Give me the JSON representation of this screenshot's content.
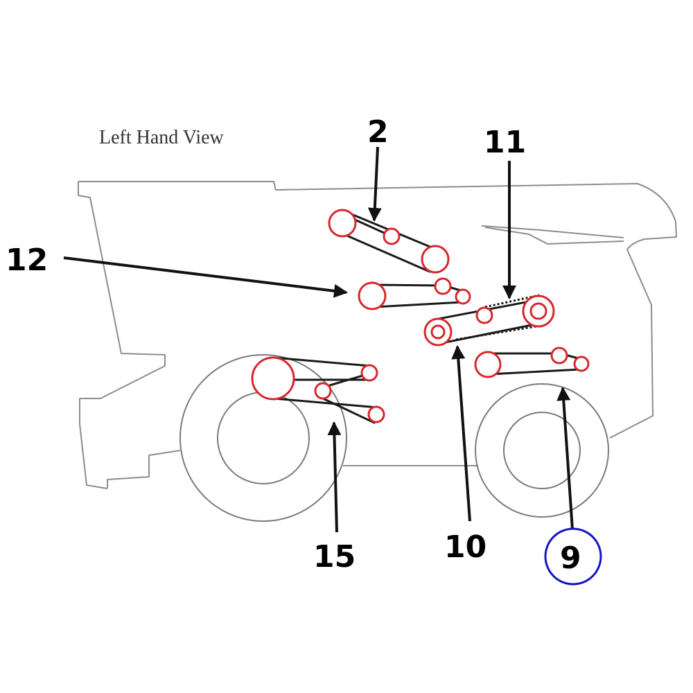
{
  "title": "Left Hand View",
  "callouts": {
    "c2": "2",
    "c11": "11",
    "c12": "12",
    "c10": "10",
    "c15": "15",
    "c9": "9"
  },
  "highlighted_callout": "9",
  "colors": {
    "machine_outline": "#8c8c8c",
    "pulley": "#d8262b",
    "belt": "#1a1a1a",
    "arrow": "#111111",
    "highlight": "#1414c8"
  }
}
